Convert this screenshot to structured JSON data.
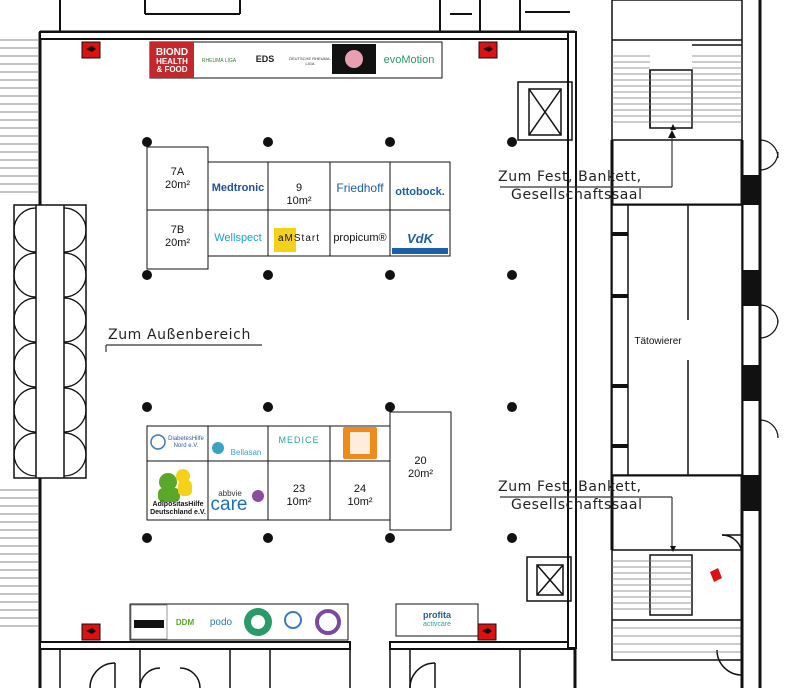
{
  "signs": {
    "fest_top_line1": "Zum Fest, Bankett,",
    "fest_top_line2": "Gesellschaftssaal",
    "fest_bottom_line1": "Zum Fest, Bankett,",
    "fest_bottom_line2": "Gesellschaftssaal",
    "aussen": "Zum Außenbereich"
  },
  "rooms": {
    "taetowierer": "Tätowierer"
  },
  "booths": {
    "b7a_num": "7A",
    "b7a_size": "20m²",
    "b7b_num": "7B",
    "b7b_size": "20m²",
    "b9_num": "9",
    "b9_size": "10m²",
    "b20_num": "20",
    "b20_size": "20m²",
    "b23_num": "23",
    "b23_size": "10m²",
    "b24_num": "24",
    "b24_size": "10m²"
  },
  "logos": {
    "biond_1": "BIOND",
    "biond_2": "HEALTH",
    "biond_3": "& FOOD",
    "rheuma": "RHEUMA LIGA",
    "eds": "EDS",
    "deutsche_rheuma": "DEUTSCHE RHEUMA-LIGA",
    "evomotion": "evoMotion",
    "medtronic": "Medtronic",
    "friedhoff": "Friedhoff",
    "ottobock": "ottobock.",
    "wellspect": "Wellspect",
    "amstart": "aMStart",
    "propicum": "propicum®",
    "vdk": "VdK",
    "diabeteshilfe_1": "DiabetesHilfe",
    "diabeteshilfe_2": "Nord e.V.",
    "bellasan": "Bellasan",
    "medice": "MEDICE",
    "adipositas_1": "AdipositasHilfe",
    "adipositas_2": "Deutschland e.V.",
    "abbvie": "abbvie",
    "care": "care",
    "ddm": "DDM",
    "podo": "podo",
    "profita_1": "profita",
    "profita_2": "activcare"
  },
  "colors": {
    "wall": "#111111",
    "window": "#777777",
    "exit_red": "#dd1111",
    "medtronic": "#1f4e9e",
    "friedhoff": "#1a5fa8",
    "ottobock": "#1a5fa8",
    "wellspect": "#1aa3c8",
    "amstart_yellow": "#f5d21a",
    "evomotion": "#2a9a6a",
    "biond_red": "#c4282c",
    "medice_teal": "#2aa6a0",
    "bellasan": "#3aa3c2",
    "care_blue": "#1a6fc0",
    "adipositas_green": "#5aa82a",
    "orange": "#f08a1a"
  }
}
